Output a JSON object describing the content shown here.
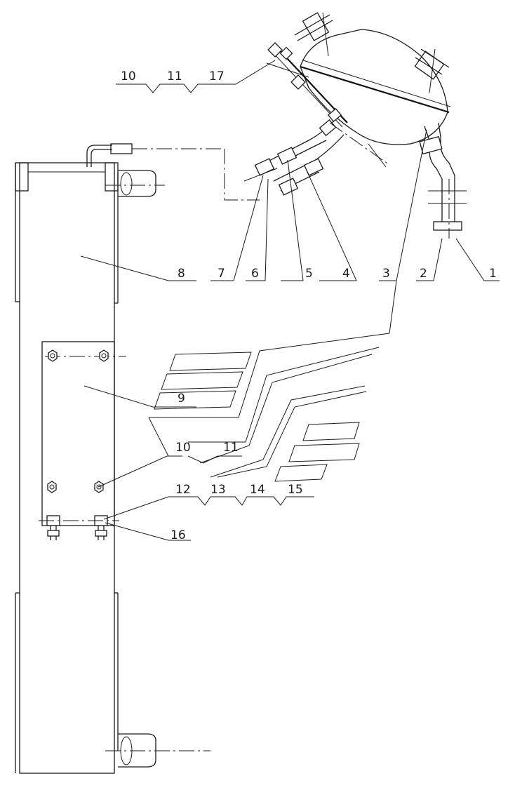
{
  "diagram": {
    "labels": {
      "n1": "1",
      "n2": "2",
      "n3": "3",
      "n4": "4",
      "n5": "5",
      "n6": "6",
      "n7": "7",
      "n8": "8",
      "n9": "9",
      "n10a": "10",
      "n11a": "11",
      "n17": "17",
      "n10b": "10",
      "n11b": "11",
      "n12": "12",
      "n13": "13",
      "n14": "14",
      "n15": "15",
      "n16": "16"
    }
  }
}
